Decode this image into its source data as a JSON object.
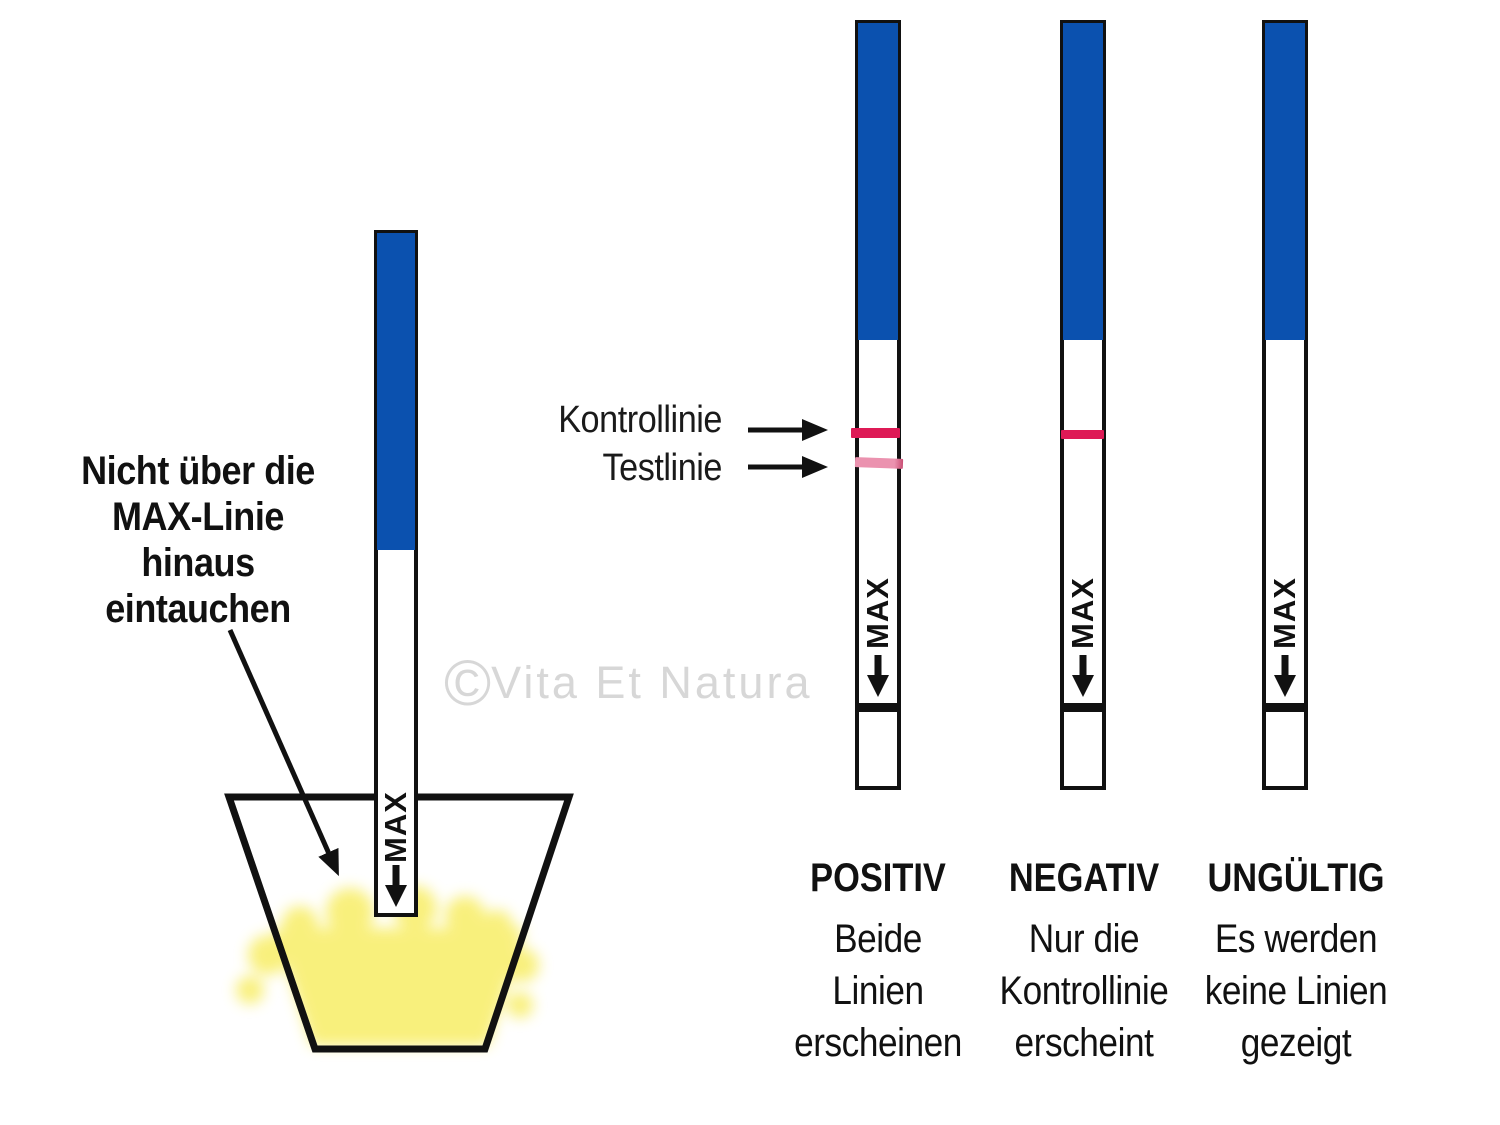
{
  "instruction": {
    "text": "Nicht über die\nMAX-Linie\nhinaus\neintauchen"
  },
  "watermark": {
    "symbol": "©",
    "text": "Vita Et Natura"
  },
  "annotations": {
    "control_label": "Kontrollinie",
    "test_label": "Testlinie"
  },
  "strip_label": {
    "max": "MAX"
  },
  "results": [
    {
      "id": "positiv",
      "title": "POSITIV",
      "description": "Beide\nLinien\nerscheinen",
      "control_line": true,
      "test_line": true
    },
    {
      "id": "negativ",
      "title": "NEGATIV",
      "description": "Nur die\nKontrollinie\nerscheint",
      "control_line": true,
      "test_line": false
    },
    {
      "id": "ungueltig",
      "title": "UNGÜLTIG",
      "description": "Es werden\nkeine Linien\ngezeigt",
      "control_line": false,
      "test_line": false
    }
  ],
  "colors": {
    "strip_blue": "#0B51AF",
    "control_line": "#DE1A56",
    "test_line": "#EB92AF",
    "urine_yellow": "#F8EE6B",
    "watermark_gray": "#D7D7D7",
    "outline_black": "#111111"
  }
}
